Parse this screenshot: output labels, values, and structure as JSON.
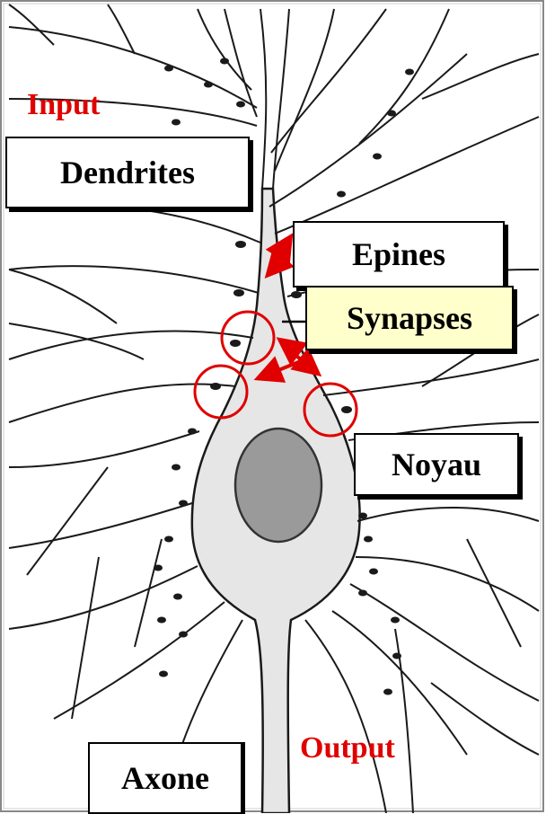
{
  "labels": {
    "input": "Input",
    "dendrites": "Dendrites",
    "epines": "Epines",
    "synapses": "Synapses",
    "noyau": "Noyau",
    "axone": "Axone",
    "output": "Output"
  },
  "colors": {
    "accent": "#e00000",
    "cell_body": "#e6e6e6",
    "nucleus": "#9a9a9a",
    "synapse_box": "#ffffcc",
    "outline": "#000000"
  }
}
